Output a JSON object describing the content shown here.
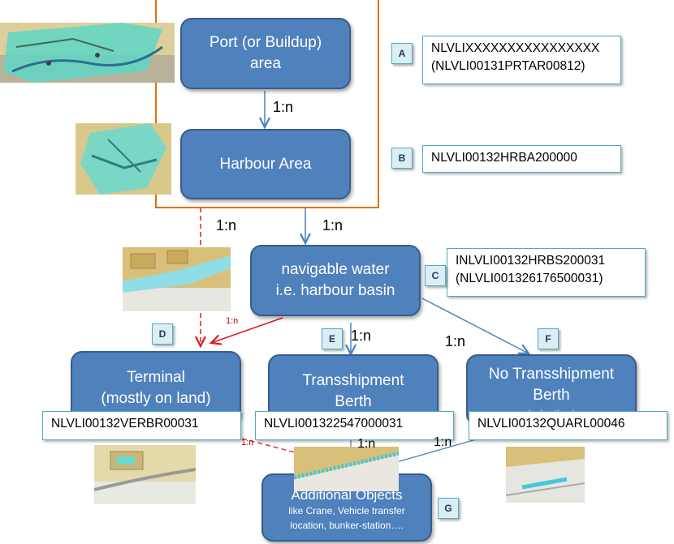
{
  "nodes": {
    "port_area": [
      "Port (or Buildup)",
      "area"
    ],
    "harbour_area": [
      "Harbour Area"
    ],
    "navigable_water": [
      "navigable water",
      "i.e. harbour basin"
    ],
    "terminal": [
      "Terminal",
      "(mostly on land)"
    ],
    "transshipment_berth": [
      "Transshipment",
      "Berth"
    ],
    "no_transshipment_berth": [
      "No Transshipment",
      "Berth",
      "(…berth…)"
    ],
    "additional_objects": [
      "Additional Objects",
      "like Crane, Vehicle transfer",
      "location, bunker-station…."
    ]
  },
  "ids": {
    "a": [
      "NLVLIXXXXXXXXXXXXXXXX",
      "(NLVLI00131PRTAR00812)"
    ],
    "b": [
      "NLVLI00132HRBA200000"
    ],
    "c": [
      "INLVLI00132HRBS200031",
      "(NLVLI001326176500031)"
    ],
    "d": [
      "NLVLI00132VERBR00031"
    ],
    "e": [
      "NLVLI001322547000031"
    ],
    "f": [
      "NLVLI00132QUARL00046"
    ]
  },
  "badges": {
    "a": "A",
    "b": "B",
    "c": "C",
    "d": "D",
    "e": "E",
    "f": "F",
    "g": "G"
  },
  "relations": {
    "port_harbour": "1:n",
    "harbour_terminal": "1:n",
    "harbour_basin": "1:n",
    "basin_terminal_small": "1:n",
    "basin_berth": "1:n",
    "basin_no_berth": "1:n",
    "terminal_objects_small": "1:n",
    "berth_objects": "1:n",
    "no_berth_objects": "1:n"
  },
  "colors": {
    "node_fill": "#4f81bd",
    "node_border": "#385d8a",
    "frame_orange": "#e46c0a",
    "arrow_blue": "#4f81bd",
    "arrow_red": "#e41a1c",
    "id_border": "#4bacc6"
  },
  "icons": {
    "map_thumbnails": "nautical-chart-thumbnail"
  }
}
